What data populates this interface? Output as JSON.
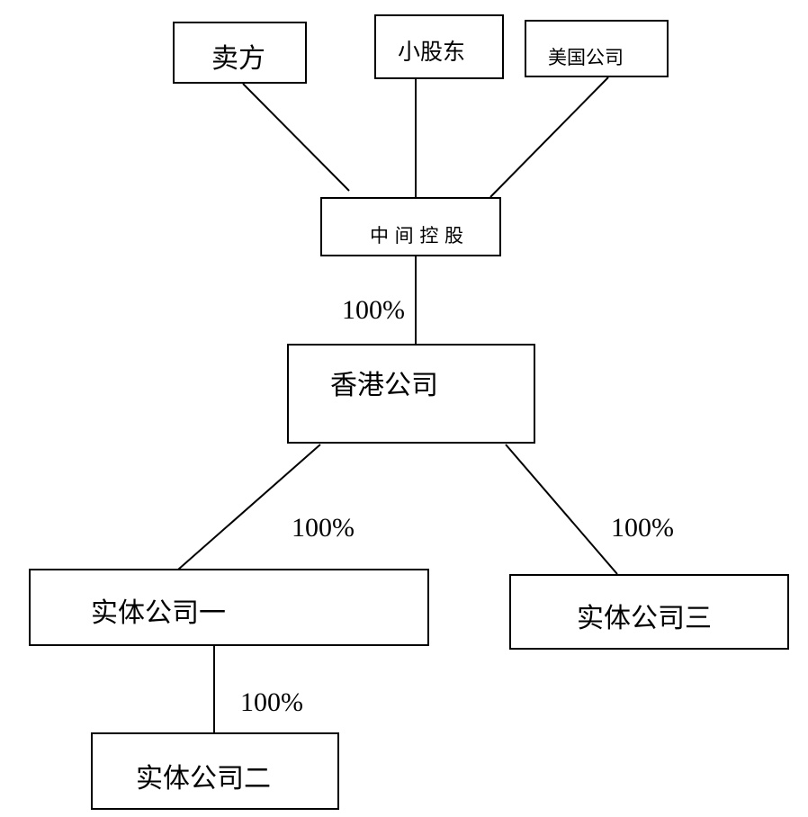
{
  "nodes": {
    "seller": "卖方",
    "minority_shareholder": "小股东",
    "us_company": "美国公司",
    "intermediate_holding": "中 间 控 股",
    "hk_company": "香港公司",
    "entity_one": "实体公司一",
    "entity_two": "实体公司二",
    "entity_three": "实体公司三"
  },
  "edge_labels": {
    "holding_to_hk": "100%",
    "hk_to_entity_one": "100%",
    "hk_to_entity_three": "100%",
    "entity_one_to_entity_two": "100%"
  },
  "colors": {
    "line": "#000000",
    "box_border": "#000000",
    "background": "#ffffff"
  }
}
